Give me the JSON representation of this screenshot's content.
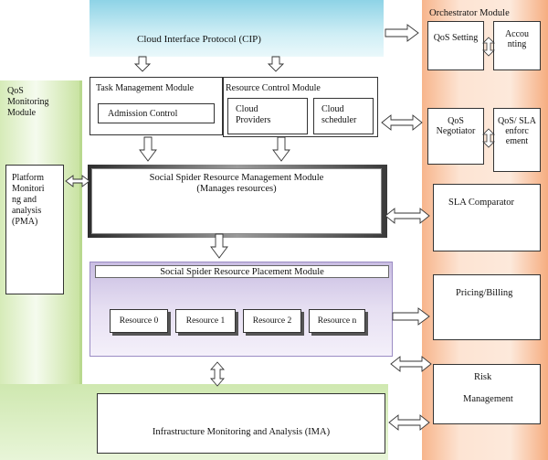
{
  "cip": {
    "label": "Cloud Interface Protocol (CIP)"
  },
  "orchestrator": {
    "title": "Orchestrator Module",
    "qos_setting": "QoS Setting",
    "accounting": "Accou nting",
    "qos_negotiator": "QoS Negotiator",
    "qos_sla_enforcement": "QoS/ SLA enforc ement",
    "sla_comparator": "SLA Comparator",
    "pricing_billing": "Pricing/Billing",
    "risk_management_line1": "Risk",
    "risk_management_line2": "Management"
  },
  "qos_monitoring": {
    "title_line1": "QoS",
    "title_line2": "Monitoring",
    "title_line3": "Module",
    "pma_lines": [
      "Platform",
      "Monitori",
      "ng and",
      "analysis",
      "(PMA)"
    ]
  },
  "task_management": {
    "title": "Task Management Module",
    "admission_control": "Admission Control"
  },
  "resource_control": {
    "title": "Resource Control Module",
    "cloud_providers_line1": "Cloud",
    "cloud_providers_line2": "Providers",
    "cloud_scheduler_line1": "Cloud",
    "cloud_scheduler_line2": "scheduler"
  },
  "srm": {
    "title": "Social Spider Resource Management Module",
    "subtitle": "(Manages resources)"
  },
  "rpm": {
    "title": "Social Spider Resource Placement Module",
    "resources": [
      "Resource 0",
      "Resource 1",
      "Resource 2",
      "Resource n"
    ]
  },
  "ima": {
    "label": "Infrastructure Monitoring and Analysis (IMA)"
  }
}
